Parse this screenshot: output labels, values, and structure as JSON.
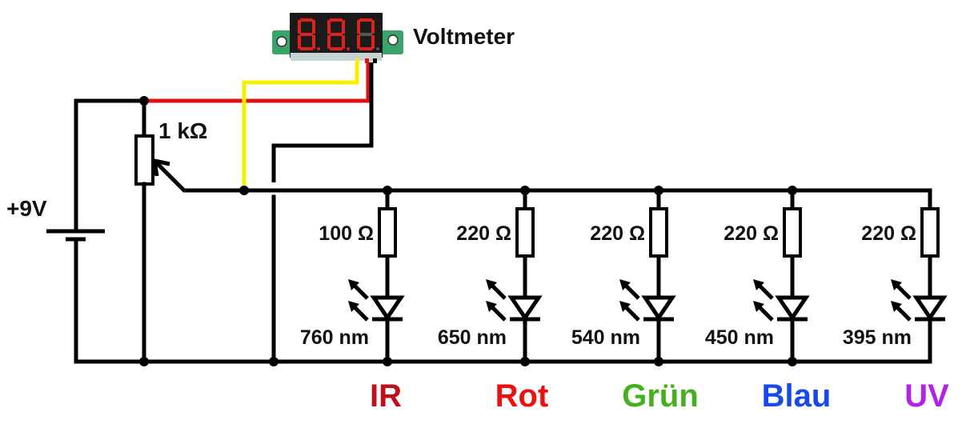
{
  "diagram": {
    "title": "LED wavelength test circuit",
    "voltmeter": {
      "label": "Voltmeter",
      "display": "8.8.0",
      "display_color": "#e0201a",
      "wire_colors": [
        "#f5f000",
        "#e01010",
        "#000000"
      ]
    },
    "supply": {
      "label": "+9V"
    },
    "potentiometer": {
      "label": "1 kΩ"
    },
    "branches": [
      {
        "resistor": "100 Ω",
        "wavelength": "760 nm",
        "band": "IR",
        "color": "#c0101a"
      },
      {
        "resistor": "220 Ω",
        "wavelength": "650 nm",
        "band": "Rot",
        "color": "#ee1010"
      },
      {
        "resistor": "220 Ω",
        "wavelength": "540 nm",
        "band": "Grün",
        "color": "#44b01c"
      },
      {
        "resistor": "220 Ω",
        "wavelength": "450 nm",
        "band": "Blau",
        "color": "#1848e8"
      },
      {
        "resistor": "220 Ω",
        "wavelength": "395 nm",
        "band": "UV",
        "color": "#b422e8"
      }
    ]
  }
}
